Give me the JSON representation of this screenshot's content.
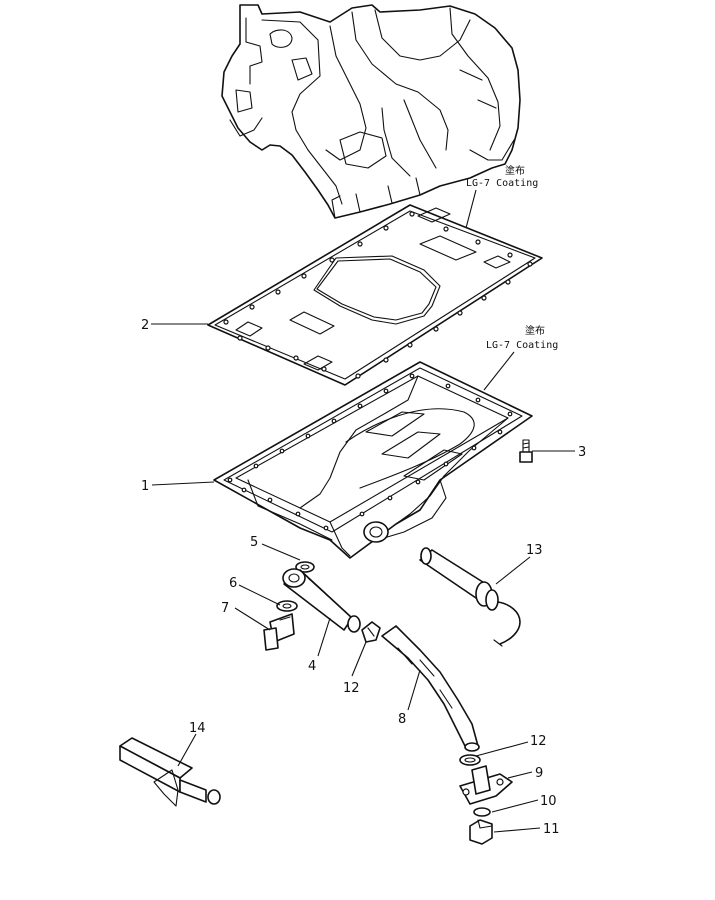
{
  "diagram": {
    "part_labels": {
      "p1": "1",
      "p2": "2",
      "p3": "3",
      "p4": "4",
      "p5": "5",
      "p6": "6",
      "p7": "7",
      "p8": "8",
      "p9": "9",
      "p10": "10",
      "p11": "11",
      "p12a": "12",
      "p12b": "12",
      "p13": "13",
      "p14": "14"
    },
    "notes": {
      "gasket_note_jp": "塗布",
      "gasket_note_en": "LG-7 Coating",
      "pan_note_jp": "塗布",
      "pan_note_en": "LG-7 Coating"
    }
  }
}
